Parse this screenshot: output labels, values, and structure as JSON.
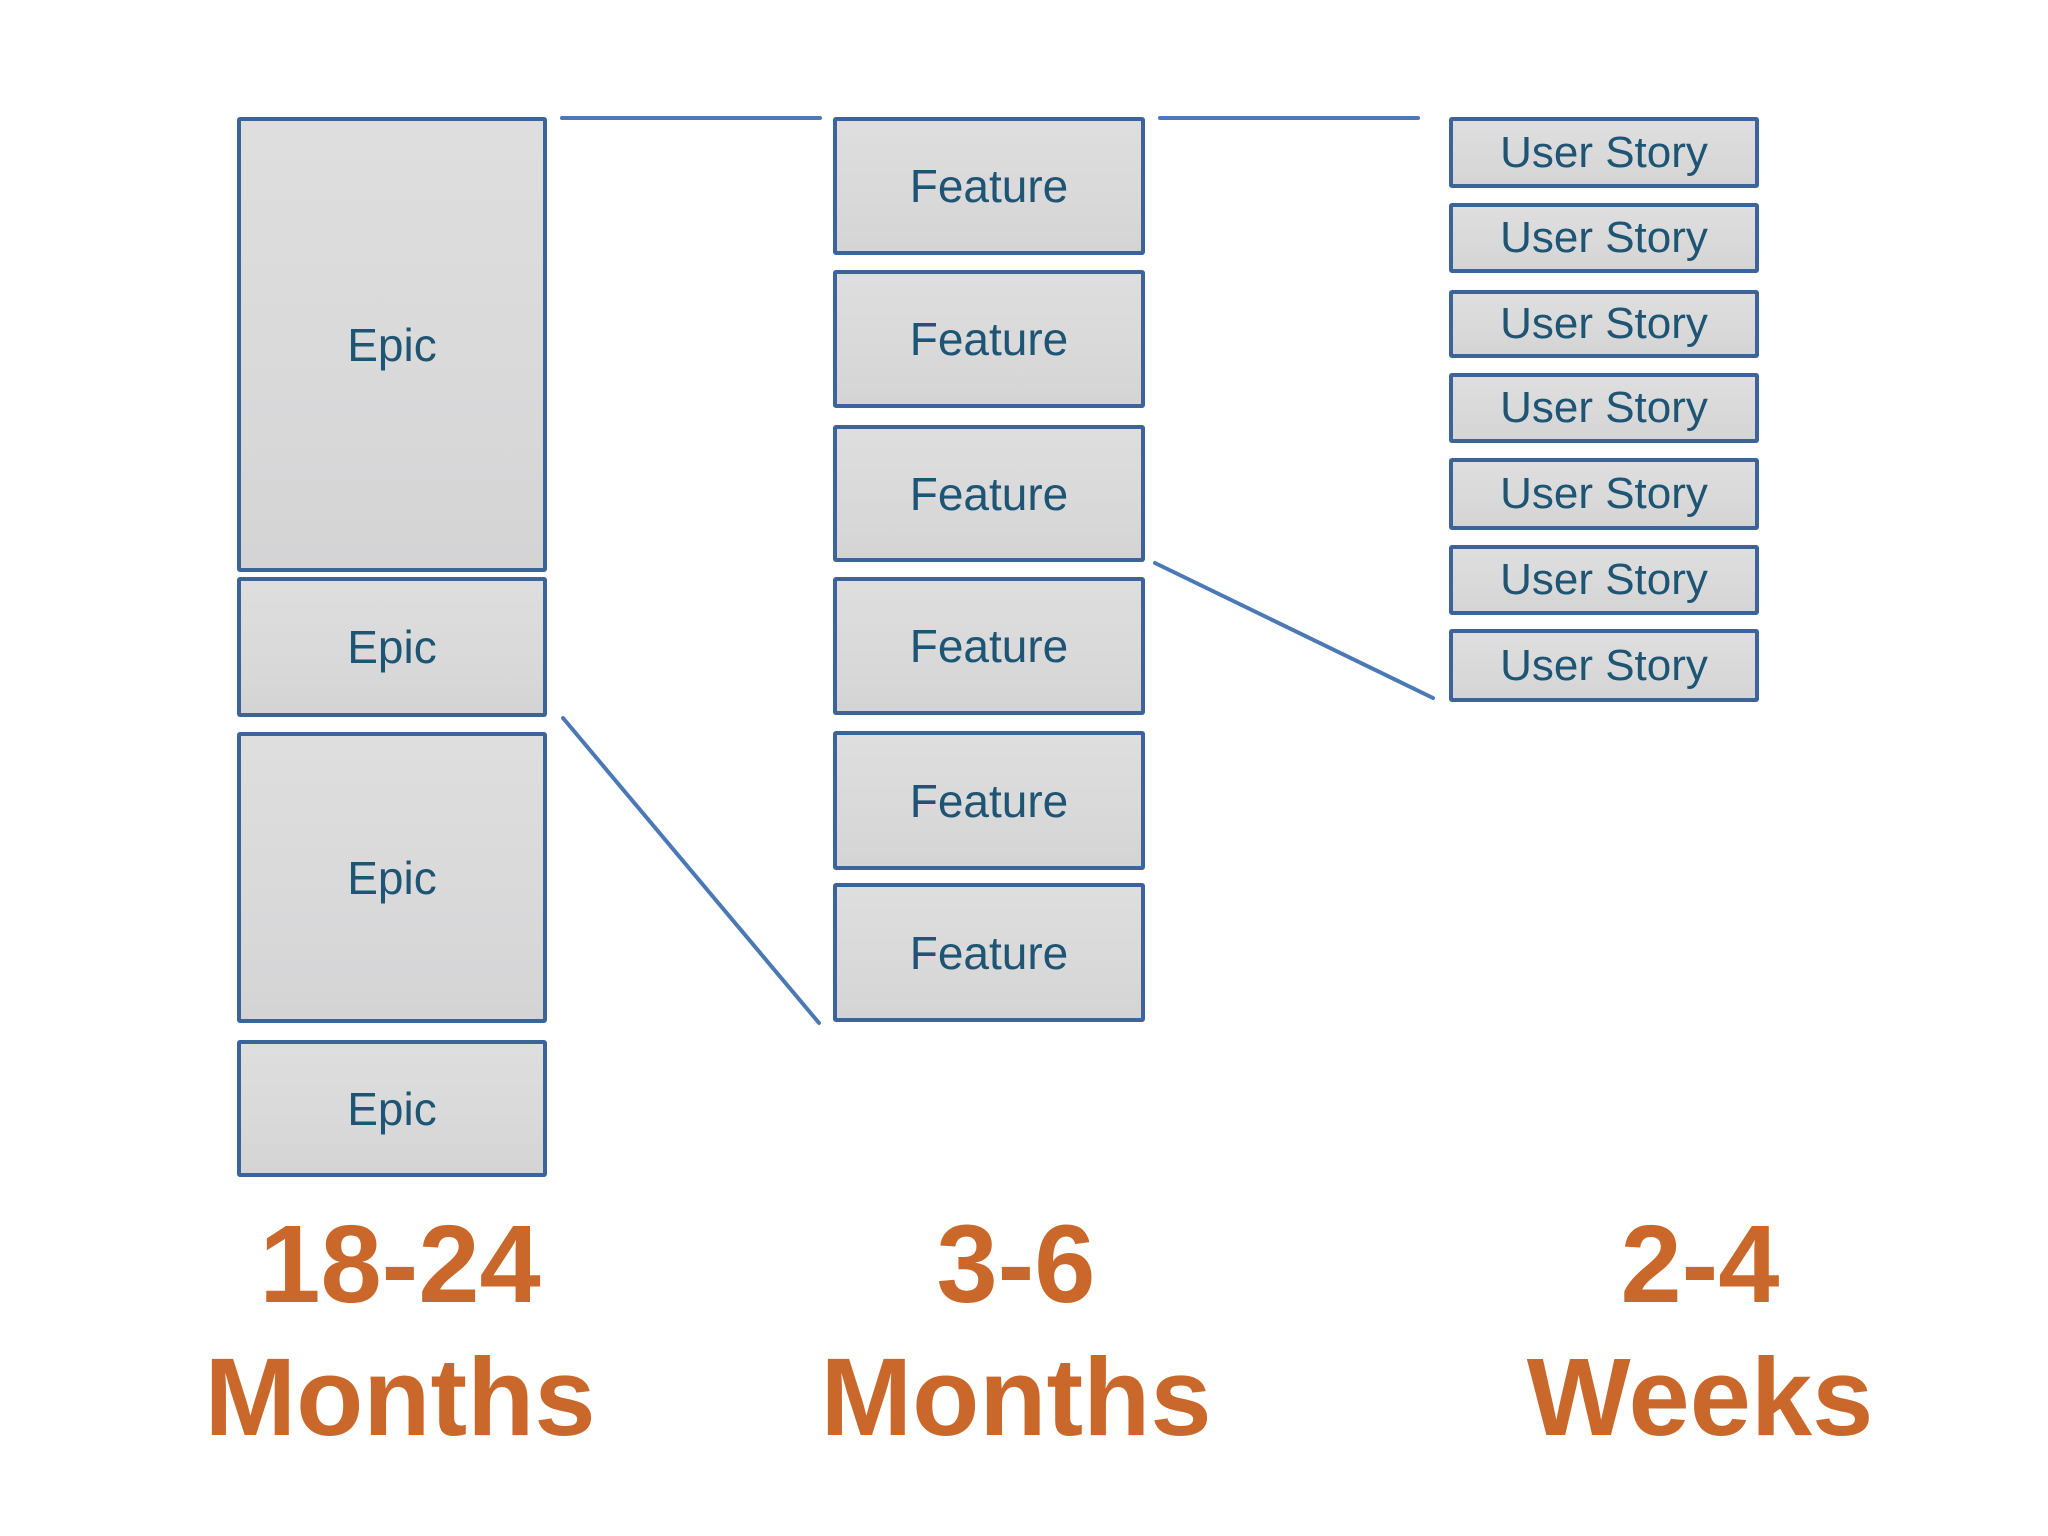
{
  "columns": [
    {
      "id": "epics",
      "boxes": [
        "Epic",
        "Epic",
        "Epic",
        "Epic"
      ],
      "duration": [
        "18-24",
        "Months"
      ]
    },
    {
      "id": "features",
      "boxes": [
        "Feature",
        "Feature",
        "Feature",
        "Feature",
        "Feature",
        "Feature"
      ],
      "duration": [
        "3-6",
        "Months"
      ]
    },
    {
      "id": "user_stories",
      "boxes": [
        "User Story",
        "User Story",
        "User Story",
        "User Story",
        "User Story",
        "User Story",
        "User Story"
      ],
      "duration": [
        "2-4",
        "Weeks"
      ]
    }
  ],
  "colors": {
    "background": "#ffffff",
    "box_fill": "#d9d9da",
    "box_border": "#3d6499",
    "box_text": "#1e5474",
    "label_text": "#c9682a",
    "connector": "#4a79b5"
  }
}
